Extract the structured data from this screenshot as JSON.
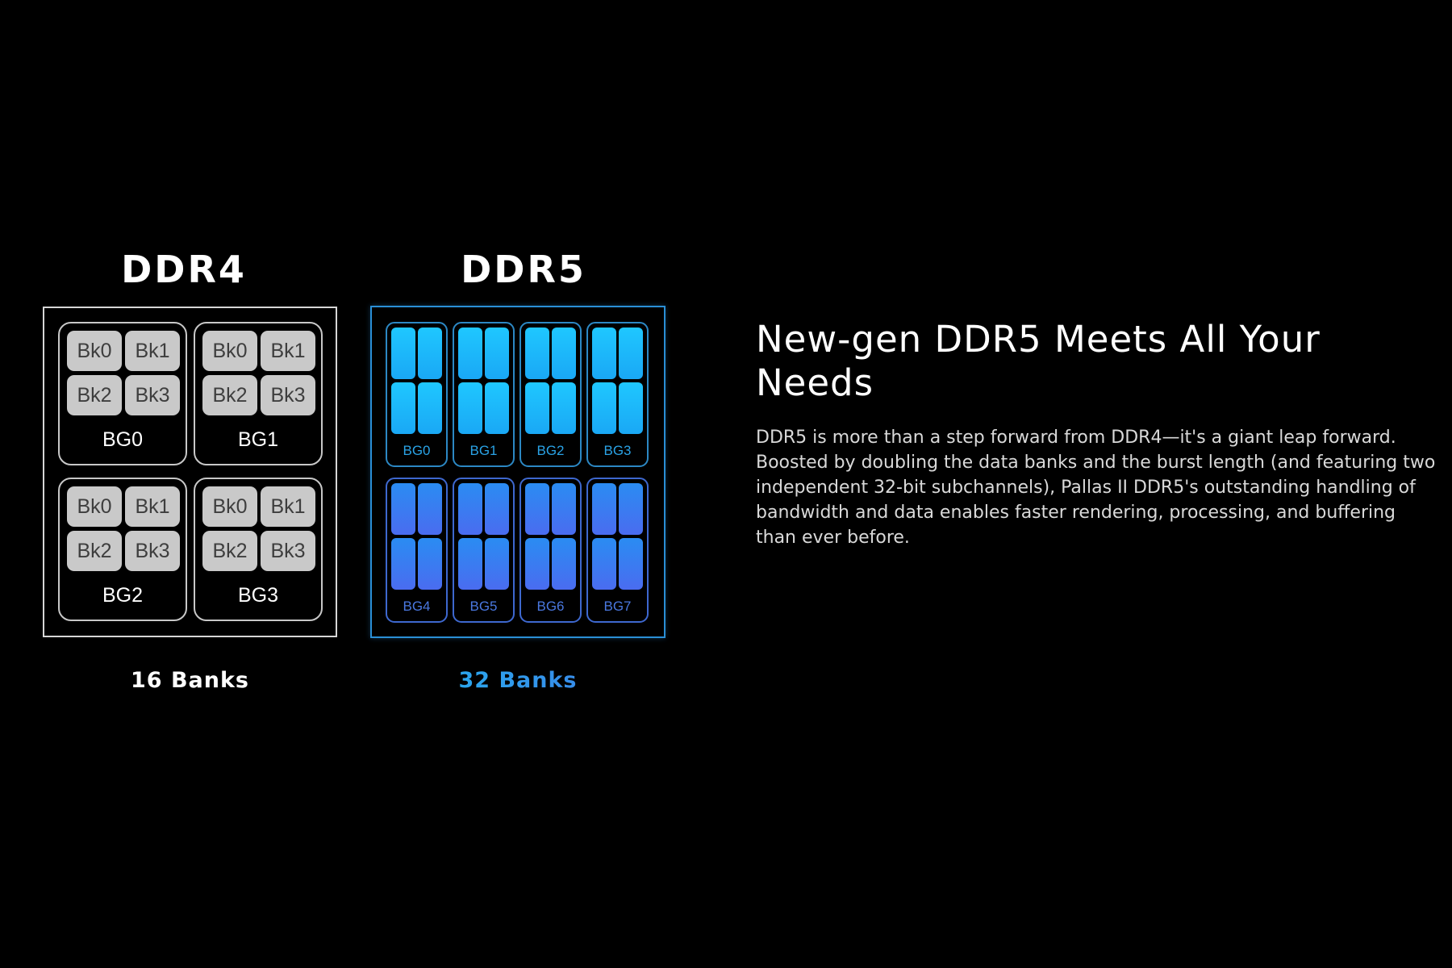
{
  "ddr4": {
    "title": "DDR4",
    "caption": "16 Banks",
    "groups": [
      {
        "label": "BG0",
        "banks": [
          "Bk0",
          "Bk1",
          "Bk2",
          "Bk3"
        ]
      },
      {
        "label": "BG1",
        "banks": [
          "Bk0",
          "Bk1",
          "Bk2",
          "Bk3"
        ]
      },
      {
        "label": "BG2",
        "banks": [
          "Bk0",
          "Bk1",
          "Bk2",
          "Bk3"
        ]
      },
      {
        "label": "BG3",
        "banks": [
          "Bk0",
          "Bk1",
          "Bk2",
          "Bk3"
        ]
      }
    ]
  },
  "ddr5": {
    "title": "DDR5",
    "caption": "32 Banks",
    "groups": [
      {
        "label": "BG0",
        "bank_count": 4
      },
      {
        "label": "BG1",
        "bank_count": 4
      },
      {
        "label": "BG2",
        "bank_count": 4
      },
      {
        "label": "BG3",
        "bank_count": 4
      },
      {
        "label": "BG4",
        "bank_count": 4
      },
      {
        "label": "BG5",
        "bank_count": 4
      },
      {
        "label": "BG6",
        "bank_count": 4
      },
      {
        "label": "BG7",
        "bank_count": 4
      }
    ]
  },
  "text": {
    "headline": "New-gen DDR5 Meets All Your Needs",
    "body": "DDR5 is more than a step forward from DDR4—it's a giant leap forward. Boosted by doubling the data banks and the burst length (and featuring two independent 32-bit subchannels), Pallas II DDR5's outstanding handling of bandwidth and data enables faster rendering, processing, and buffering than ever before."
  },
  "colors": {
    "background": "#000000",
    "ddr4_bank_fill": "#c9c9c9",
    "ddr5_top_bank_fill": "#1fc7ff",
    "ddr5_bottom_bank_fill": "#4a6cf0",
    "ddr5_border": "#2a8fd6",
    "accent_caption": "#2aa0e8"
  }
}
